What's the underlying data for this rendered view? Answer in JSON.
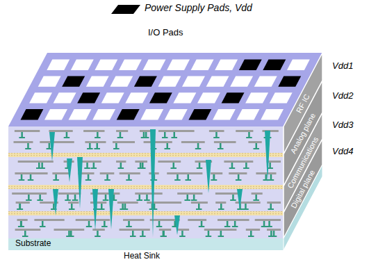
{
  "diagram": {
    "labels": [
      "I/O Pads",
      "RF IC",
      "Analog plane",
      "Communications",
      "Digital plane",
      "Vdd1",
      "Vdd2",
      "Vdd3",
      "Vdd4",
      "Substrate",
      "Heat Sink"
    ],
    "legend": [
      {
        "text": "Power Supply Pads, Vdd",
        "color": "#000000"
      }
    ]
  }
}
